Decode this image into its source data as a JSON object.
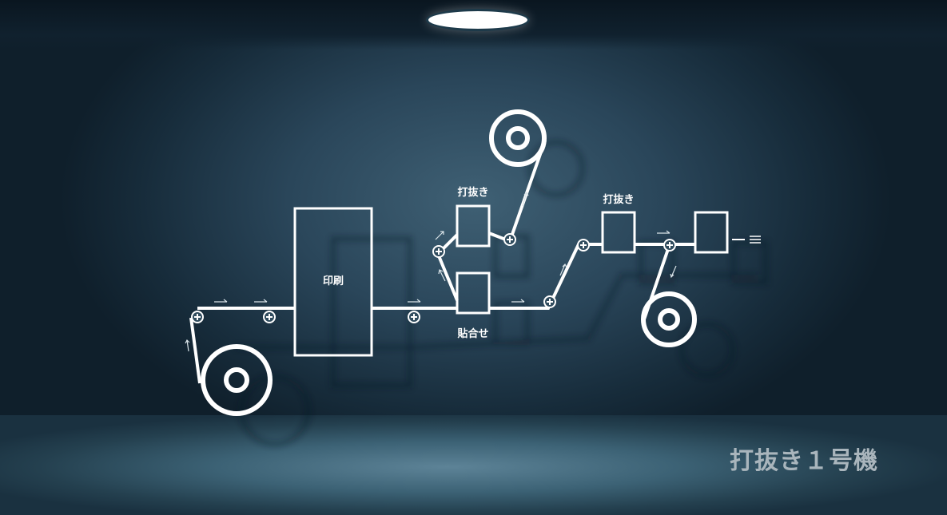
{
  "diagram": {
    "print_label": "印刷",
    "laminate_label": "貼合せ",
    "die_cut_label_1": "打抜き",
    "die_cut_label_2": "打抜き",
    "machine_name": "打抜き１号機"
  }
}
